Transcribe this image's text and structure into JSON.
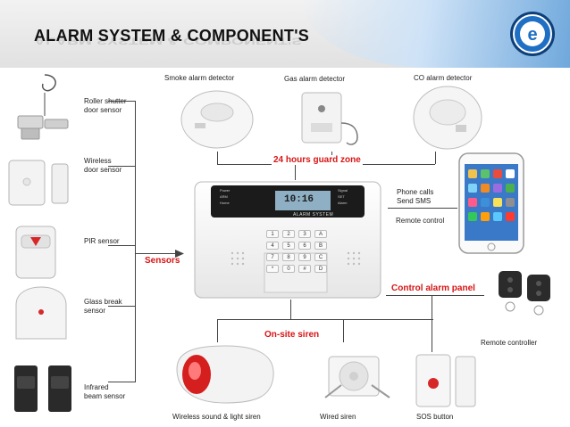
{
  "header": {
    "title": "ALARM SYSTEM & COMPONENT'S",
    "logo_icon": "e-logo-icon",
    "logo_letter": "e"
  },
  "sensors": [
    {
      "label": "Roller shutter\ndoor sensor",
      "icon": "roller-shutter-sensor-icon"
    },
    {
      "label": "Wireless\ndoor sensor",
      "icon": "door-sensor-icon"
    },
    {
      "label": "PIR sensor",
      "icon": "pir-sensor-icon"
    },
    {
      "label": "Glass break\nsensor",
      "icon": "glass-break-sensor-icon"
    },
    {
      "label": "Infrared\nbeam sensor",
      "icon": "infrared-beam-sensor-icon"
    }
  ],
  "detectors": [
    {
      "label": "Smoke alarm detector",
      "icon": "smoke-detector-icon"
    },
    {
      "label": "Gas alarm detector",
      "icon": "gas-detector-icon"
    },
    {
      "label": "CO alarm detector",
      "icon": "co-detector-icon"
    }
  ],
  "zones": {
    "guard_zone": "24 hours guard zone",
    "sensors": "Sensors",
    "control_panel": "Control alarm panel",
    "siren": "On-site siren"
  },
  "panel": {
    "display": "10:16",
    "brand": "ALARM SYSTEM",
    "left_leds": [
      "Power",
      "ARM",
      "Home"
    ],
    "right_leds": [
      "Signal",
      "SET",
      "Alarm"
    ],
    "keys": [
      "1",
      "2",
      "3",
      "A",
      "4",
      "5",
      "6",
      "B",
      "7",
      "8",
      "9",
      "C",
      "*",
      "0",
      "#",
      "D"
    ]
  },
  "phone": {
    "calls": "Phone calls\nSend SMS",
    "remote": "Remote control"
  },
  "outputs": [
    {
      "label": "Remote controller",
      "icon": "remote-controller-icon"
    },
    {
      "label": "Wireless sound & light siren",
      "icon": "wireless-siren-icon"
    },
    {
      "label": "Wired siren",
      "icon": "wired-siren-icon"
    },
    {
      "label": "SOS button",
      "icon": "sos-button-icon"
    }
  ],
  "colors": {
    "accent": "#d81414",
    "logo_blue": "#1f6fc4"
  }
}
